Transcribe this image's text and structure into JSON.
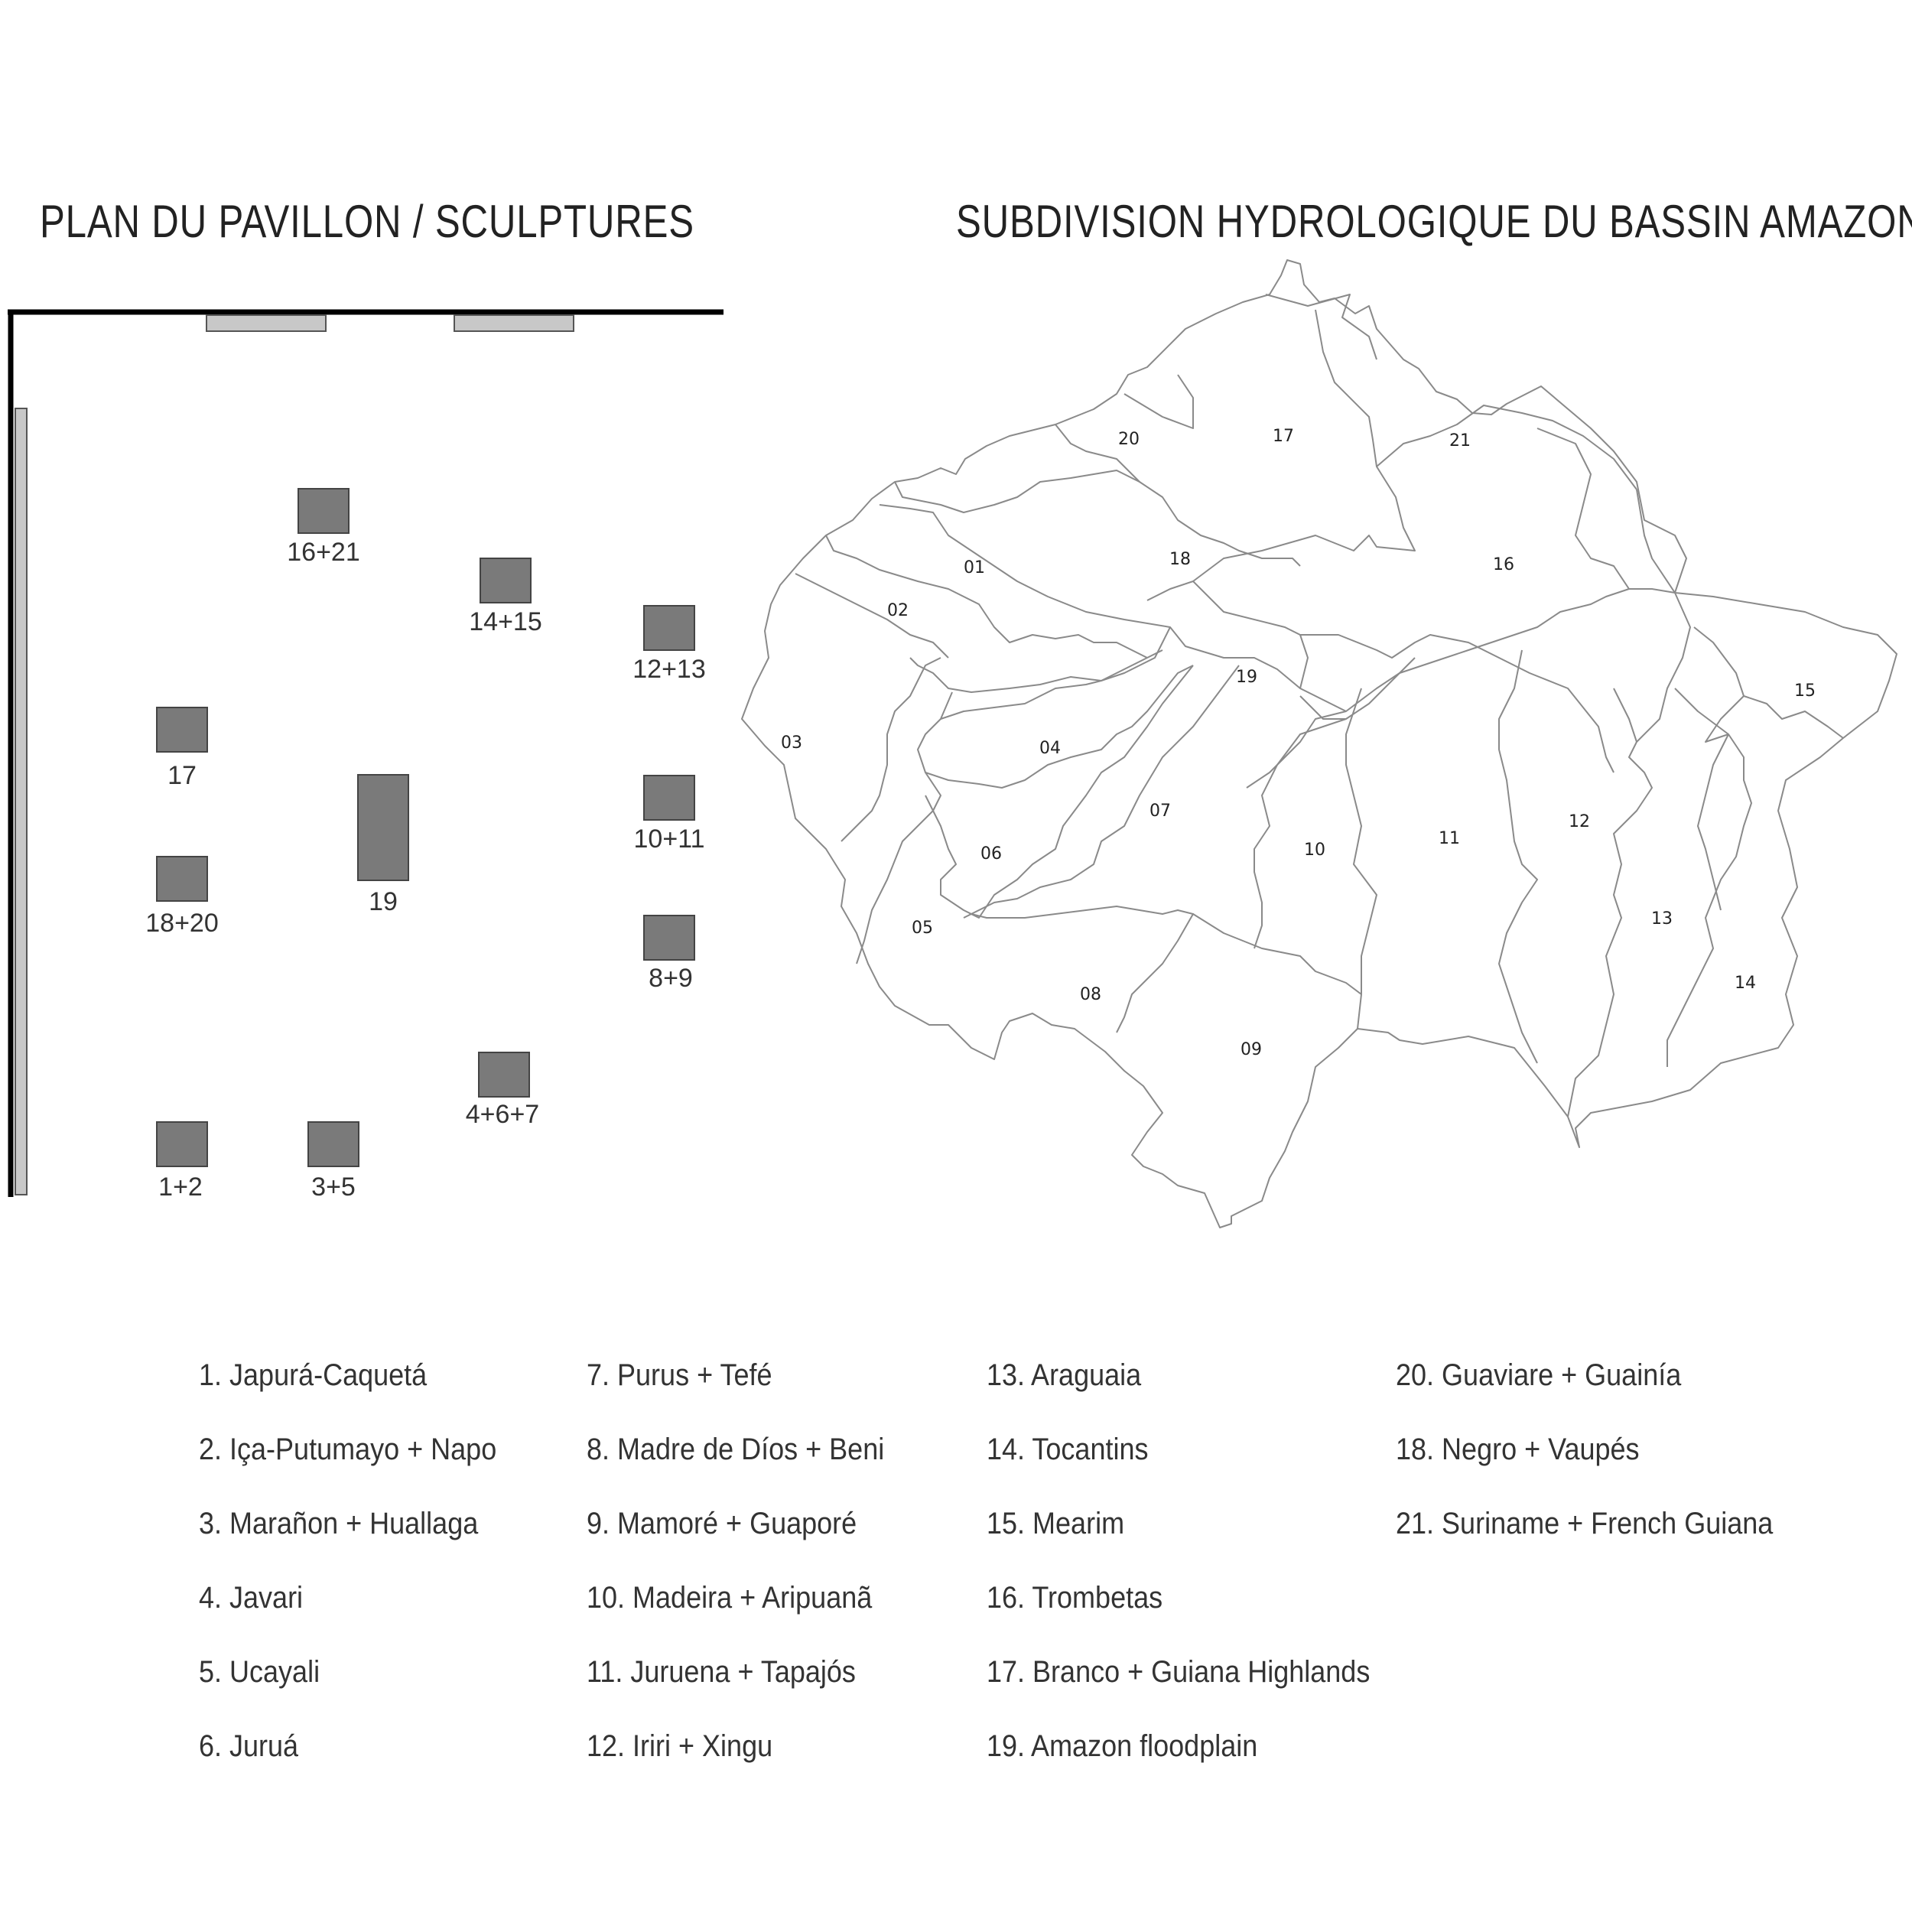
{
  "plan": {
    "title": "PLAN DU PAVILLON / SCULPTURES",
    "sculptures": [
      {
        "id": "16+21",
        "label": "16+21"
      },
      {
        "id": "14+15",
        "label": "14+15"
      },
      {
        "id": "12+13",
        "label": "12+13"
      },
      {
        "id": "17",
        "label": "17"
      },
      {
        "id": "19",
        "label": "19"
      },
      {
        "id": "10+11",
        "label": "10+11"
      },
      {
        "id": "18+20",
        "label": "18+20"
      },
      {
        "id": "8+9",
        "label": "8+9"
      },
      {
        "id": "4+6+7",
        "label": "4+6+7"
      },
      {
        "id": "1+2",
        "label": "1+2"
      },
      {
        "id": "3+5",
        "label": "3+5"
      }
    ]
  },
  "map": {
    "title": "SUBDIVISION HYDROLOGIQUE DU BASSIN AMAZONIEN",
    "regions": [
      "01",
      "02",
      "03",
      "04",
      "05",
      "06",
      "07",
      "08",
      "09",
      "10",
      "11",
      "12",
      "13",
      "14",
      "15",
      "16",
      "17",
      "18",
      "19",
      "20",
      "21"
    ]
  },
  "legend": {
    "columns": [
      [
        "1. Japurá-Caquetá",
        "2. Iça-Putumayo + Napo",
        "3. Marañon + Huallaga",
        "4. Javari",
        "5. Ucayali",
        "6. Juruá"
      ],
      [
        "7. Purus + Tefé",
        "8. Madre de Díos + Beni",
        "9. Mamoré + Guaporé",
        "10. Madeira + Aripuanã",
        "11. Juruena + Tapajós",
        "12. Iriri + Xingu"
      ],
      [
        "13. Araguaia",
        "14. Tocantins",
        "15. Mearim",
        "16. Trombetas",
        "17. Branco + Guiana Highlands",
        "19. Amazon floodplain"
      ],
      [
        "20. Guaviare + Guainía",
        "18. Negro + Vaupés",
        "21. Suriname + French Guiana"
      ]
    ]
  },
  "colors": {
    "wall": "#000000",
    "panel": "#c8c8c8",
    "sculpture": "#7a7a7a",
    "map_outline": "#8a8a8a"
  }
}
